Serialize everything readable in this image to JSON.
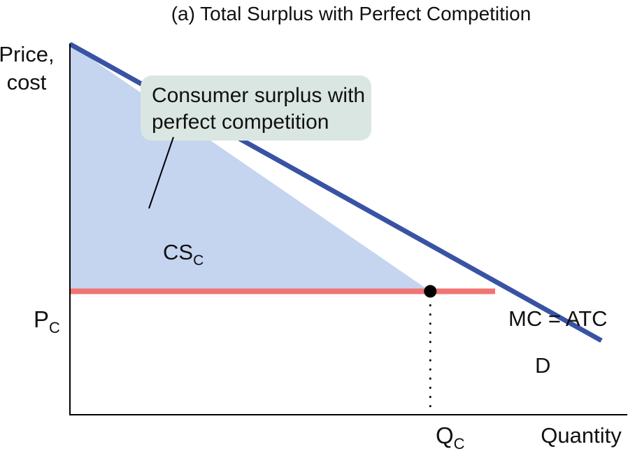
{
  "chart_data": {
    "type": "line",
    "title": "(a) Total Surplus with Perfect Competition",
    "ylabel_lines": [
      "Price,",
      "cost"
    ],
    "xlabel": "Quantity",
    "axis_range": {
      "x": [
        0,
        100
      ],
      "y": [
        0,
        100
      ]
    },
    "grid": false,
    "series": [
      {
        "name": "D",
        "x": [
          0,
          100
        ],
        "y": [
          100,
          20
        ],
        "color": "#3953a4"
      },
      {
        "name": "MC = ATC",
        "x": [
          0,
          80
        ],
        "y": [
          33.3,
          33.3
        ],
        "color": "#f07472"
      }
    ],
    "equilibrium": {
      "x": 67.8,
      "y": 33.3,
      "color": "#000000"
    },
    "shaded_region": {
      "label_main": "CS",
      "label_sub": "C",
      "color": "#c5d4ef"
    },
    "ticks": {
      "price": {
        "main": "P",
        "sub": "C",
        "value": 33.3
      },
      "quantity": {
        "main": "Q",
        "sub": "C",
        "value": 67.8
      }
    },
    "annotation": {
      "lines": [
        "Consumer surplus with",
        "perfect competition"
      ],
      "box_color": "#dae6e1"
    }
  }
}
